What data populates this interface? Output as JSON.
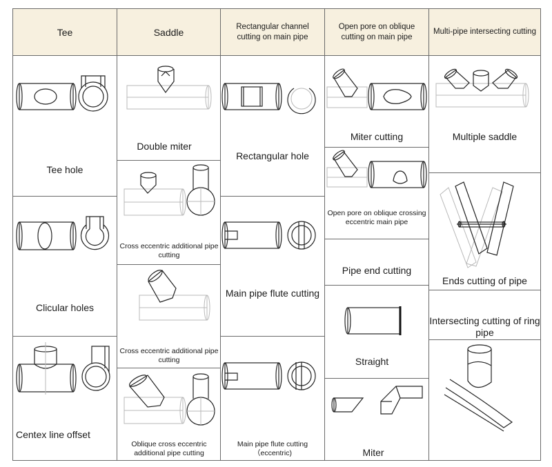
{
  "header": {
    "tee": "Tee",
    "saddle": "Saddle",
    "rect": "Rectangular channel cutting on main pipe",
    "oblique": "Open pore on oblique cutting on main pipe",
    "multi": "Multi-pipe intersecting cutting"
  },
  "tee": {
    "hole": "Tee hole",
    "circular": "Clicular holes",
    "offset": "Centex line offset"
  },
  "saddle": {
    "double_miter": "Double miter",
    "cross_additional": "Cross eccentric additional pipe cutting",
    "cross_additional_2": "Cross eccentric additional pipe cutting",
    "oblique_cross": "Oblique cross eccentric additional pipe cutting"
  },
  "rect": {
    "hole": "Rectangular hole",
    "flute": "Main pipe flute cutting",
    "flute_eccentric": "Main pipe flute cutting （eccentric)"
  },
  "oblique": {
    "miter_cutting": "Miter cutting",
    "crossing": "Open pore on oblique crossing eccentric main pipe",
    "pipe_end": "Pipe end cutting",
    "straight": "Straight",
    "miter": "Miter"
  },
  "multi": {
    "multiple_saddle": "Multiple saddle",
    "ends": "Ends cutting of pipe",
    "ring": "Intersecting cutting of ring pipe"
  }
}
